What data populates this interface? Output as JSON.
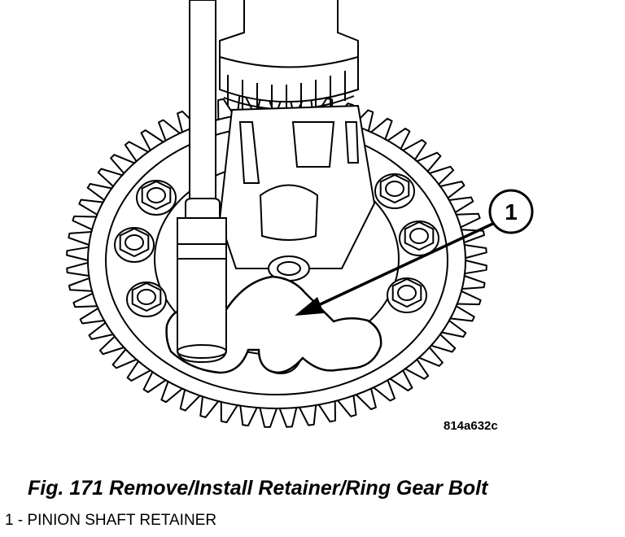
{
  "figure": {
    "caption": "Fig. 171 Remove/Install Retainer/Ring Gear Bolt",
    "image_code": "814a632c",
    "callouts": [
      {
        "number": "1",
        "label": "PINION SHAFT RETAINER"
      }
    ],
    "legend_separator": " - "
  }
}
